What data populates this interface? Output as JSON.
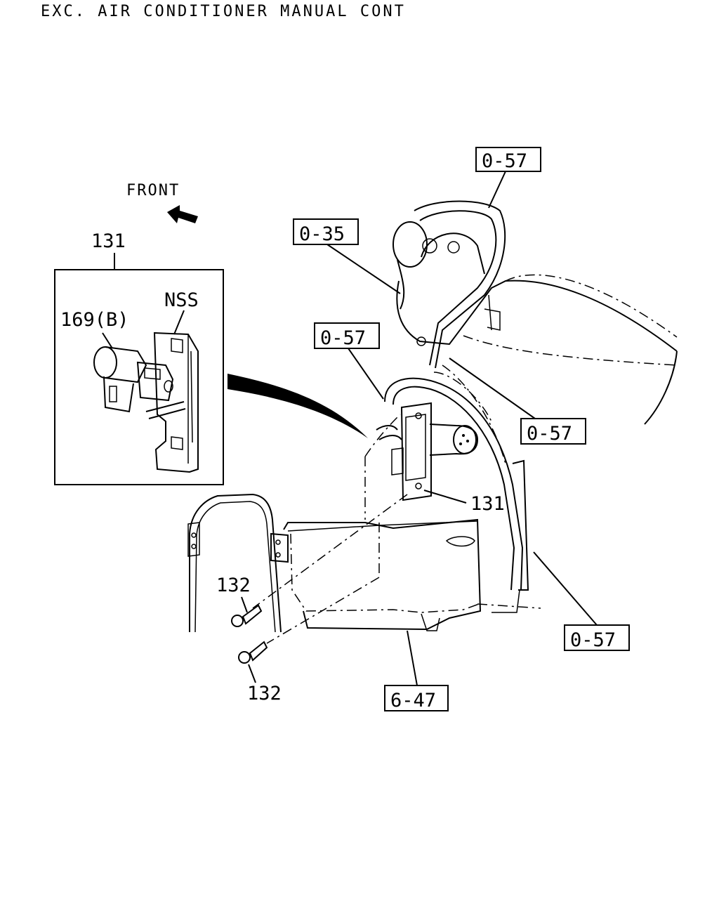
{
  "title": "EXC. AIR CONDITIONER MANUAL CONT",
  "front_label": "FRONT",
  "labels": {
    "ref_0_57_top": "0-57",
    "ref_0_35": "0-35",
    "ref_0_57_mid": "0-57",
    "ref_0_57_right": "0-57",
    "ref_0_57_lower": "0-57",
    "ref_6_47": "6-47",
    "part_131_inset": "131",
    "part_131_main": "131",
    "part_132_upper": "132",
    "part_132_lower": "132",
    "part_169b": "169(B)",
    "nss": "NSS"
  },
  "icons": {
    "front_arrow": "arrow-left-icon"
  }
}
